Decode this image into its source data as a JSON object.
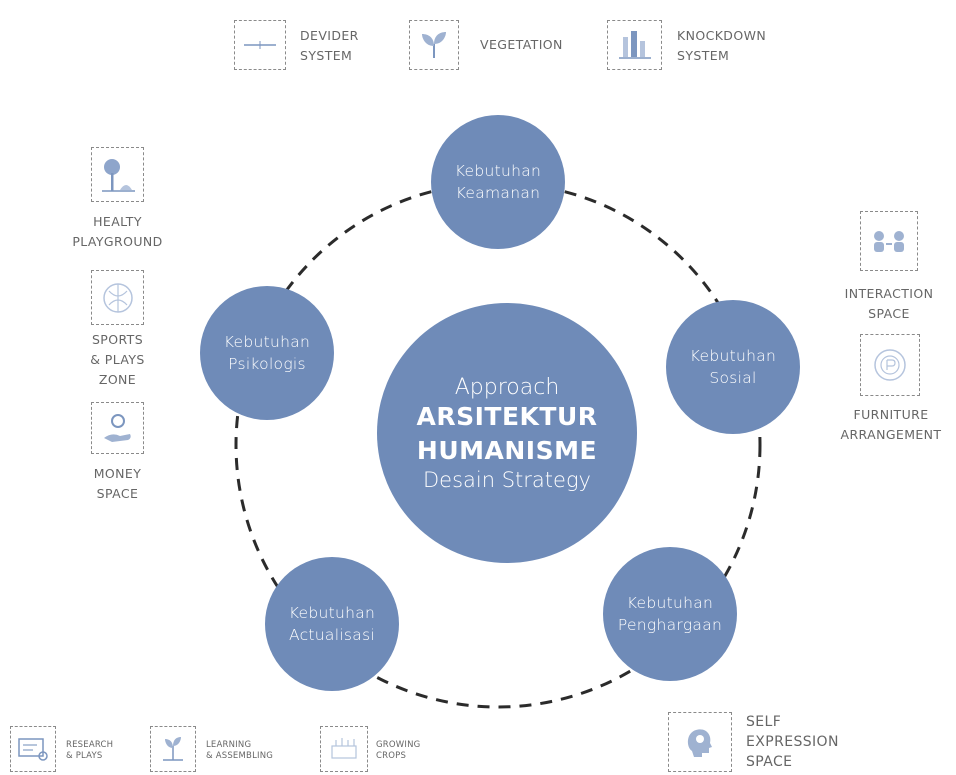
{
  "center": {
    "line1": "Approach",
    "line2": "ARSITEKTUR",
    "line3": "HUMANISME",
    "line4": "Desain Strategy"
  },
  "needs": [
    {
      "line1": "Kebutuhan",
      "line2": "Keamanan"
    },
    {
      "line1": "Kebutuhan",
      "line2": "Sosial"
    },
    {
      "line1": "Kebutuhan",
      "line2": "Penghargaan"
    },
    {
      "line1": "Kebutuhan",
      "line2": "Actualisasi"
    },
    {
      "line1": "Kebutuhan",
      "line2": "Psikologis"
    }
  ],
  "strategies": {
    "keamanan": [
      {
        "line1": "DEVIDER",
        "line2": "SYSTEM",
        "icon": "divider-icon"
      },
      {
        "line1": "VEGETATION",
        "line2": "",
        "icon": "plant-sprout-icon"
      },
      {
        "line1": "KNOCKDOWN",
        "line2": "SYSTEM",
        "icon": "knockdown-icon"
      }
    ],
    "psikologis": [
      {
        "line1": "HEALTY",
        "line2": "PLAYGROUND",
        "icon": "tree-playground-icon"
      },
      {
        "line1": "SPORTS",
        "line2": "& PLAYS",
        "line3": "ZONE",
        "icon": "sports-zone-icon"
      },
      {
        "line1": "MONEY",
        "line2": "SPACE",
        "icon": "money-hand-icon"
      }
    ],
    "sosial": [
      {
        "line1": "INTERACTION",
        "line2": "SPACE",
        "icon": "people-interaction-icon"
      },
      {
        "line1": "FURNITURE",
        "line2": "ARRANGEMENT",
        "icon": "furniture-circle-icon"
      }
    ],
    "actualisasi": [
      {
        "line1": "RESEARCH",
        "line2": "& PLAYS",
        "icon": "research-monitor-icon"
      },
      {
        "line1": "LEARNING",
        "line2": "& ASSEMBLING",
        "icon": "learning-plant-icon"
      },
      {
        "line1": "GROWING",
        "line2": "CROPS",
        "icon": "crops-icon"
      }
    ],
    "penghargaan": [
      {
        "line1": "SELF",
        "line2": "EXPRESSION",
        "line3": "SPACE",
        "icon": "head-expression-icon"
      }
    ]
  },
  "colors": {
    "circle": "#6f8bb8",
    "ring": "#2b2b2b",
    "text": "#666666"
  }
}
